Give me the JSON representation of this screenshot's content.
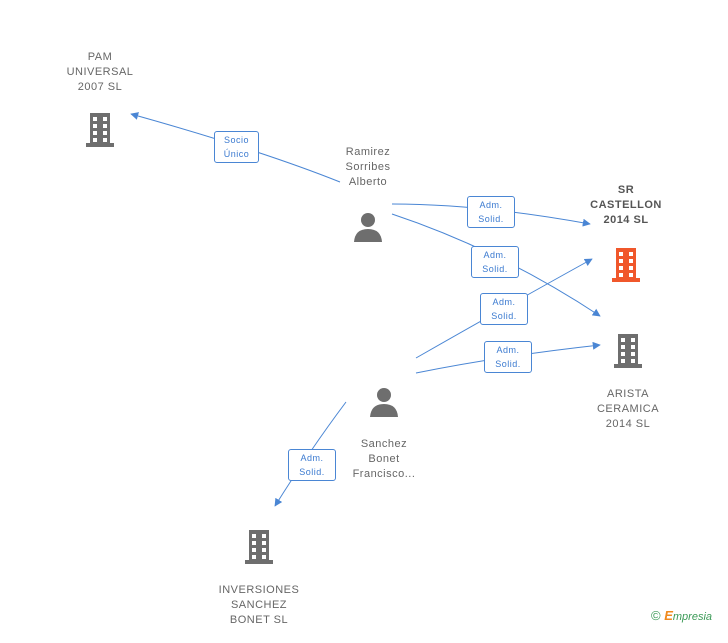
{
  "nodes": {
    "pam": {
      "name": "PAM\nUNIVERSAL\n2007 SL",
      "type": "company"
    },
    "ramirez": {
      "name": "Ramirez\nSorribes\nAlberto",
      "type": "person"
    },
    "sr_castellon": {
      "name": "SR\nCASTELLON\n2014 SL",
      "type": "company",
      "highlight": true
    },
    "arista": {
      "name": "ARISTA\nCERAMICA\n2014 SL",
      "type": "company"
    },
    "sanchez": {
      "name": "Sanchez\nBonet\nFrancisco...",
      "type": "person"
    },
    "inversiones": {
      "name": "INVERSIONES\nSANCHEZ\nBONET SL",
      "type": "company"
    }
  },
  "edges": [
    {
      "label": [
        "Socio",
        "Único"
      ]
    },
    {
      "label": [
        "Adm.",
        "Solid."
      ]
    },
    {
      "label": [
        "Adm.",
        "Solid."
      ]
    },
    {
      "label": [
        "Adm.",
        "Solid."
      ]
    },
    {
      "label": [
        "Adm.",
        "Solid."
      ]
    },
    {
      "label": [
        "Adm.",
        "Solid."
      ]
    }
  ],
  "colors": {
    "edge": "#4a86d4",
    "building": "#6e6e6e",
    "building_highlight": "#f0572b",
    "person": "#6e6e6e"
  },
  "icons": {
    "company": "building-icon",
    "person": "person-icon"
  },
  "footer": {
    "copyright_symbol": "©",
    "brand_initial": "E",
    "brand_rest": "mpresia"
  }
}
